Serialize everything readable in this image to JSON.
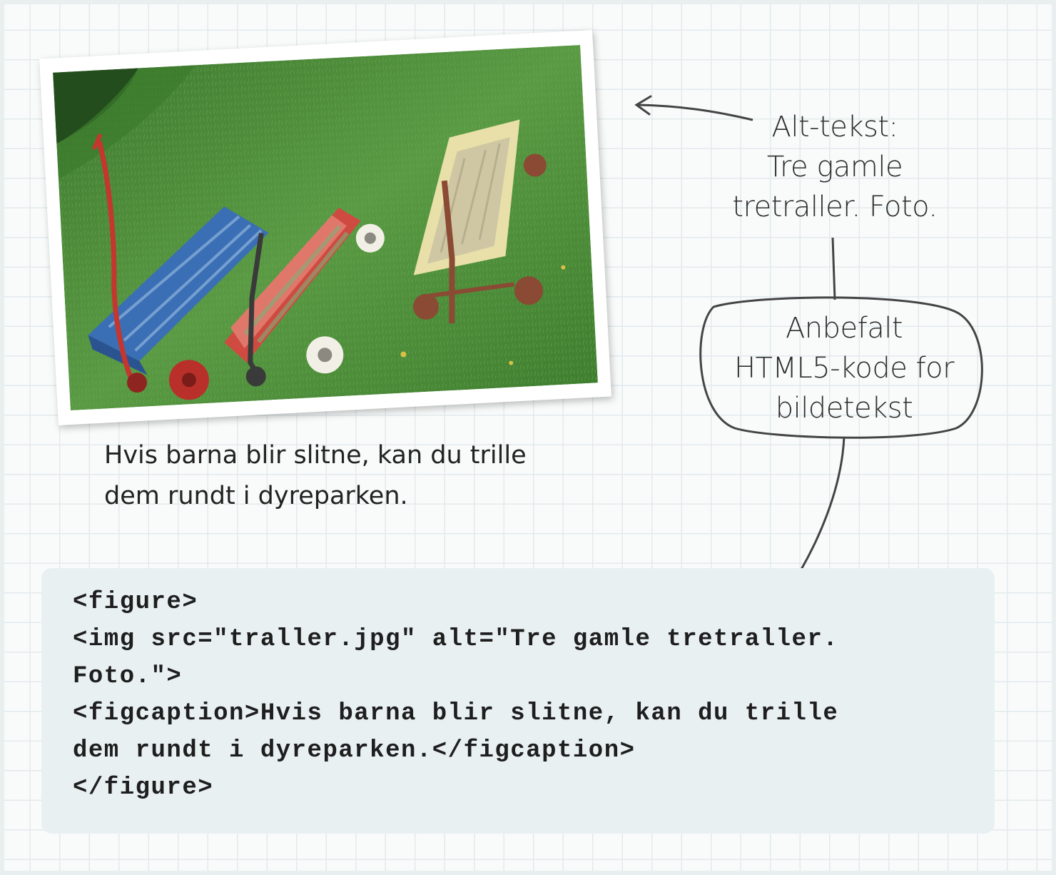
{
  "caption": {
    "line1": "Hvis barna blir slitne, kan du trille",
    "line2": "dem rundt i dyreparken."
  },
  "alt_note": {
    "line1": "Alt-tekst:",
    "line2": "Tre gamle",
    "line3": "tretraller. Foto."
  },
  "bubble_note": {
    "line1": "Anbefalt",
    "line2": "HTML5-kode for",
    "line3": "bildetekst"
  },
  "code": {
    "line1": "<figure>",
    "line2": "<img src=\"traller.jpg\" alt=\"Tre gamle tretraller.",
    "line3": "Foto.\">",
    "line4": "<figcaption>Hvis barna blir slitne, kan du trille",
    "line5": "dem rundt i dyreparken.</figcaption>",
    "line6": "</figure>"
  },
  "colors": {
    "grid": "#e2eaec",
    "code_background": "#e9f0f2",
    "grass": "#4e8a3c",
    "wagon_blue": "#3a6fb5",
    "wagon_red": "#c9453c",
    "wagon_cream": "#e8e0a8"
  }
}
